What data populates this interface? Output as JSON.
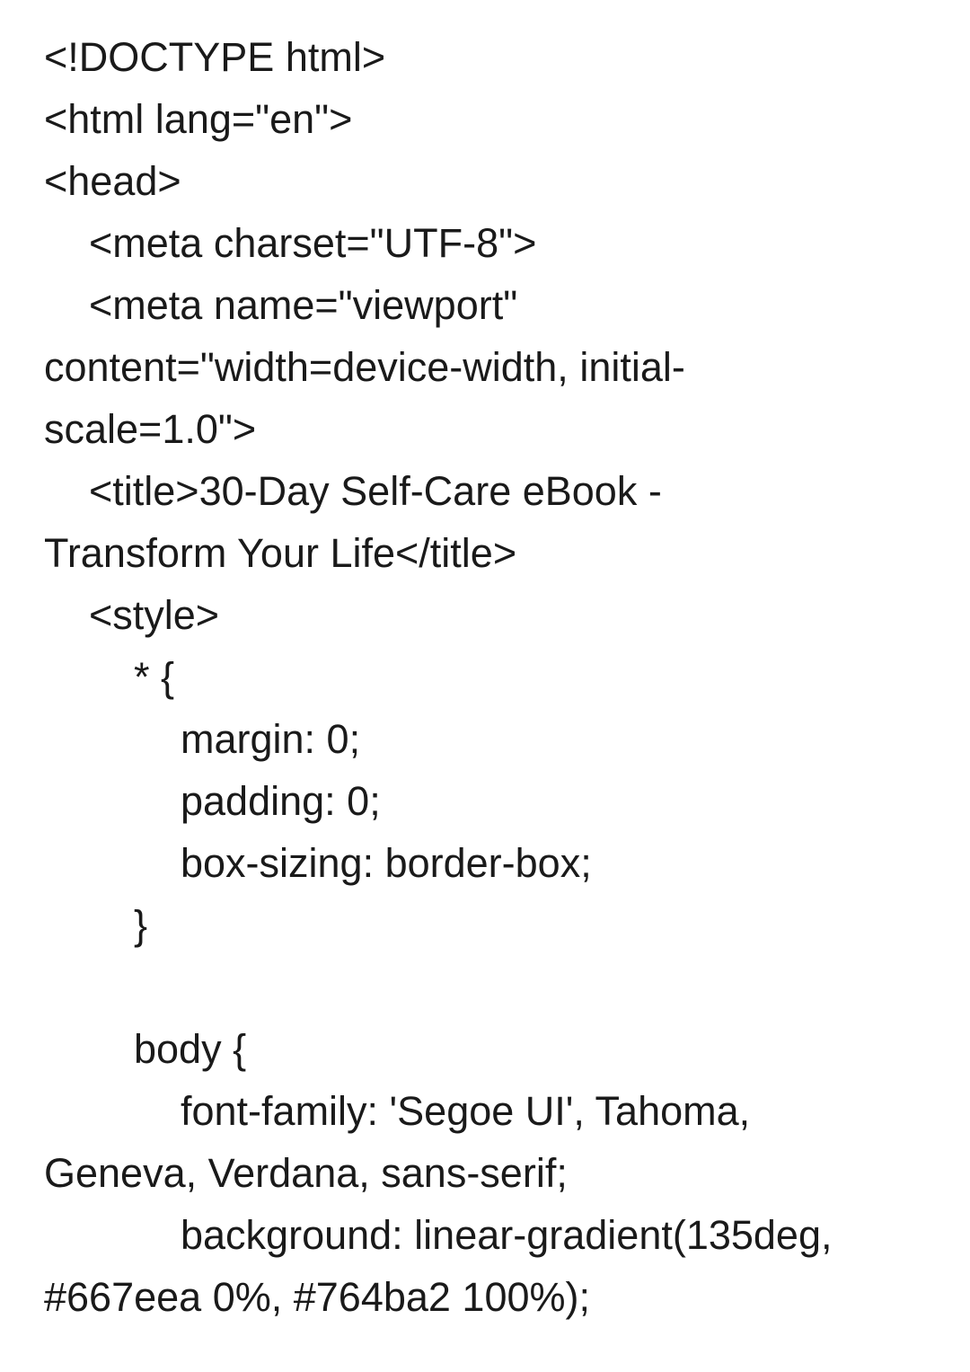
{
  "document": {
    "lines": [
      "<!DOCTYPE html>",
      "<html lang=\"en\">",
      "<head>",
      "<meta charset=\"UTF-8\">",
      "<meta name=\"viewport\"",
      "content=\"width=device-width, initial-",
      "scale=1.0\">",
      "<title>30-Day Self-Care eBook -",
      "Transform Your Life</title>",
      "<style>",
      "* {",
      "margin: 0;",
      "padding: 0;",
      "box-sizing: border-box;",
      "}",
      "body {",
      "font-family: 'Segoe UI', Tahoma,",
      "Geneva, Verdana, sans-serif;",
      "background: linear-gradient(135deg,",
      "#667eea 0%, #764ba2 100%);"
    ]
  }
}
